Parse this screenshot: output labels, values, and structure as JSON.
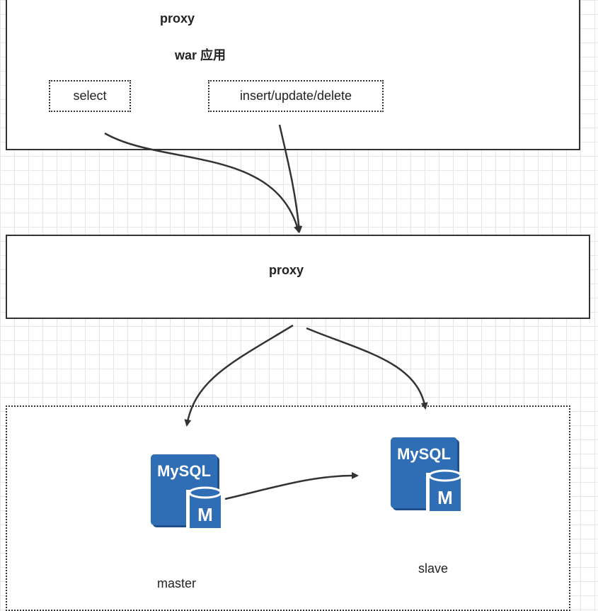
{
  "app": {
    "title": "proxy",
    "subtitle": "war 应用",
    "select_label": "select",
    "write_label": "insert/update/delete"
  },
  "proxy": {
    "label": "proxy"
  },
  "databases": {
    "master": {
      "icon_text": "MySQL",
      "badge": "M",
      "label": "master"
    },
    "slave": {
      "icon_text": "MySQL",
      "badge": "M",
      "label": "slave"
    }
  },
  "colors": {
    "mysql_blue": "#2f6db5",
    "mysql_dark": "#1f4f8a",
    "line": "#333333"
  }
}
